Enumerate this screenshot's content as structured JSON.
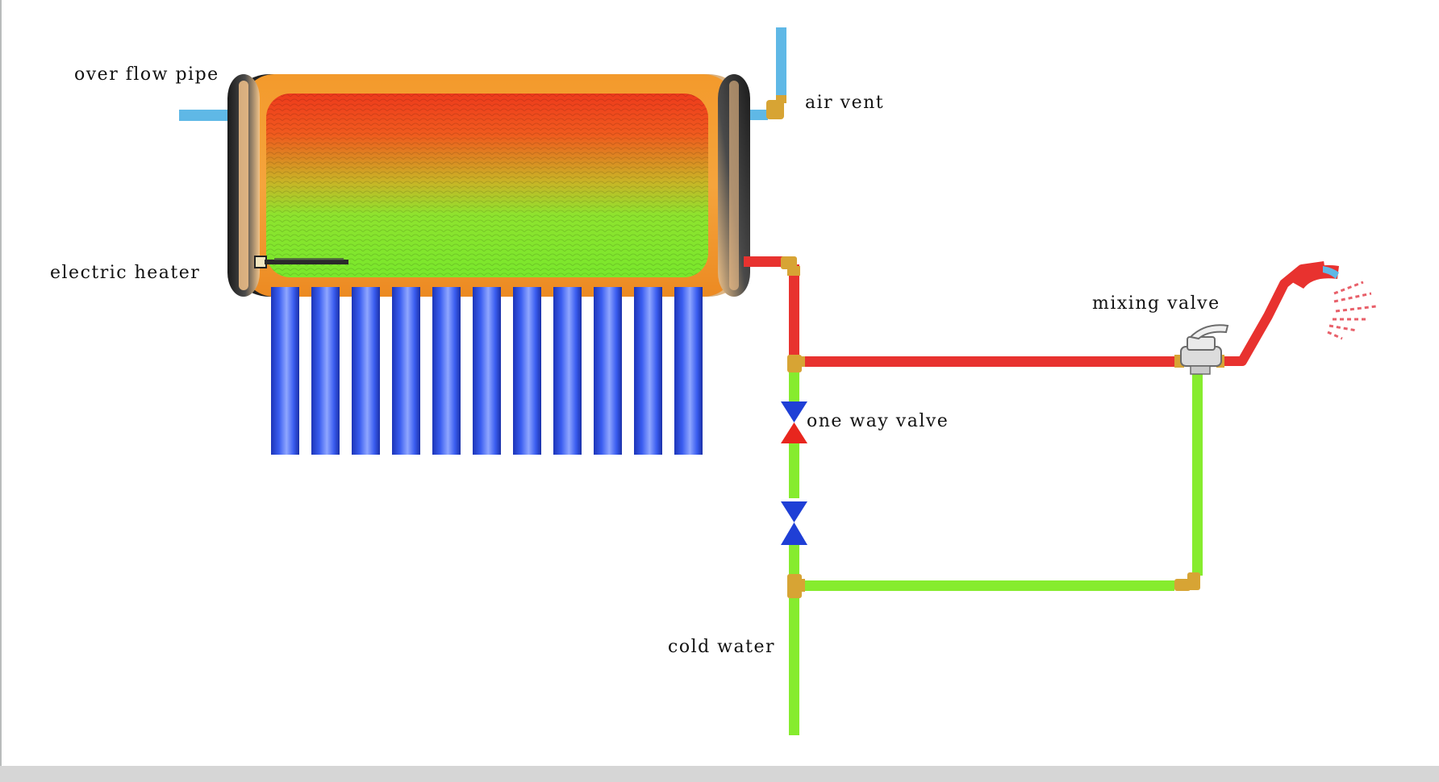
{
  "labels": {
    "overflow_pipe": "over flow pipe",
    "air_vent": "air vent",
    "electric_heater": "electric heater",
    "mixing_valve": "mixing valve",
    "one_way_valve": "one way valve",
    "cold_water": "cold water"
  },
  "colors": {
    "hot_pipe": "#e8322f",
    "cold_pipe": "#86ec2e",
    "vent_pipe": "#5fb8e6",
    "tank_shell": "#f0922a",
    "tank_cap": "#2b2b2b",
    "collector_tube": "#2e52e8",
    "valve_blue": "#1f3fd6",
    "valve_red": "#e8261e",
    "fitting_brass": "#d7a434",
    "shower_spray": "#e8606a"
  },
  "collector": {
    "tube_count": 11
  }
}
